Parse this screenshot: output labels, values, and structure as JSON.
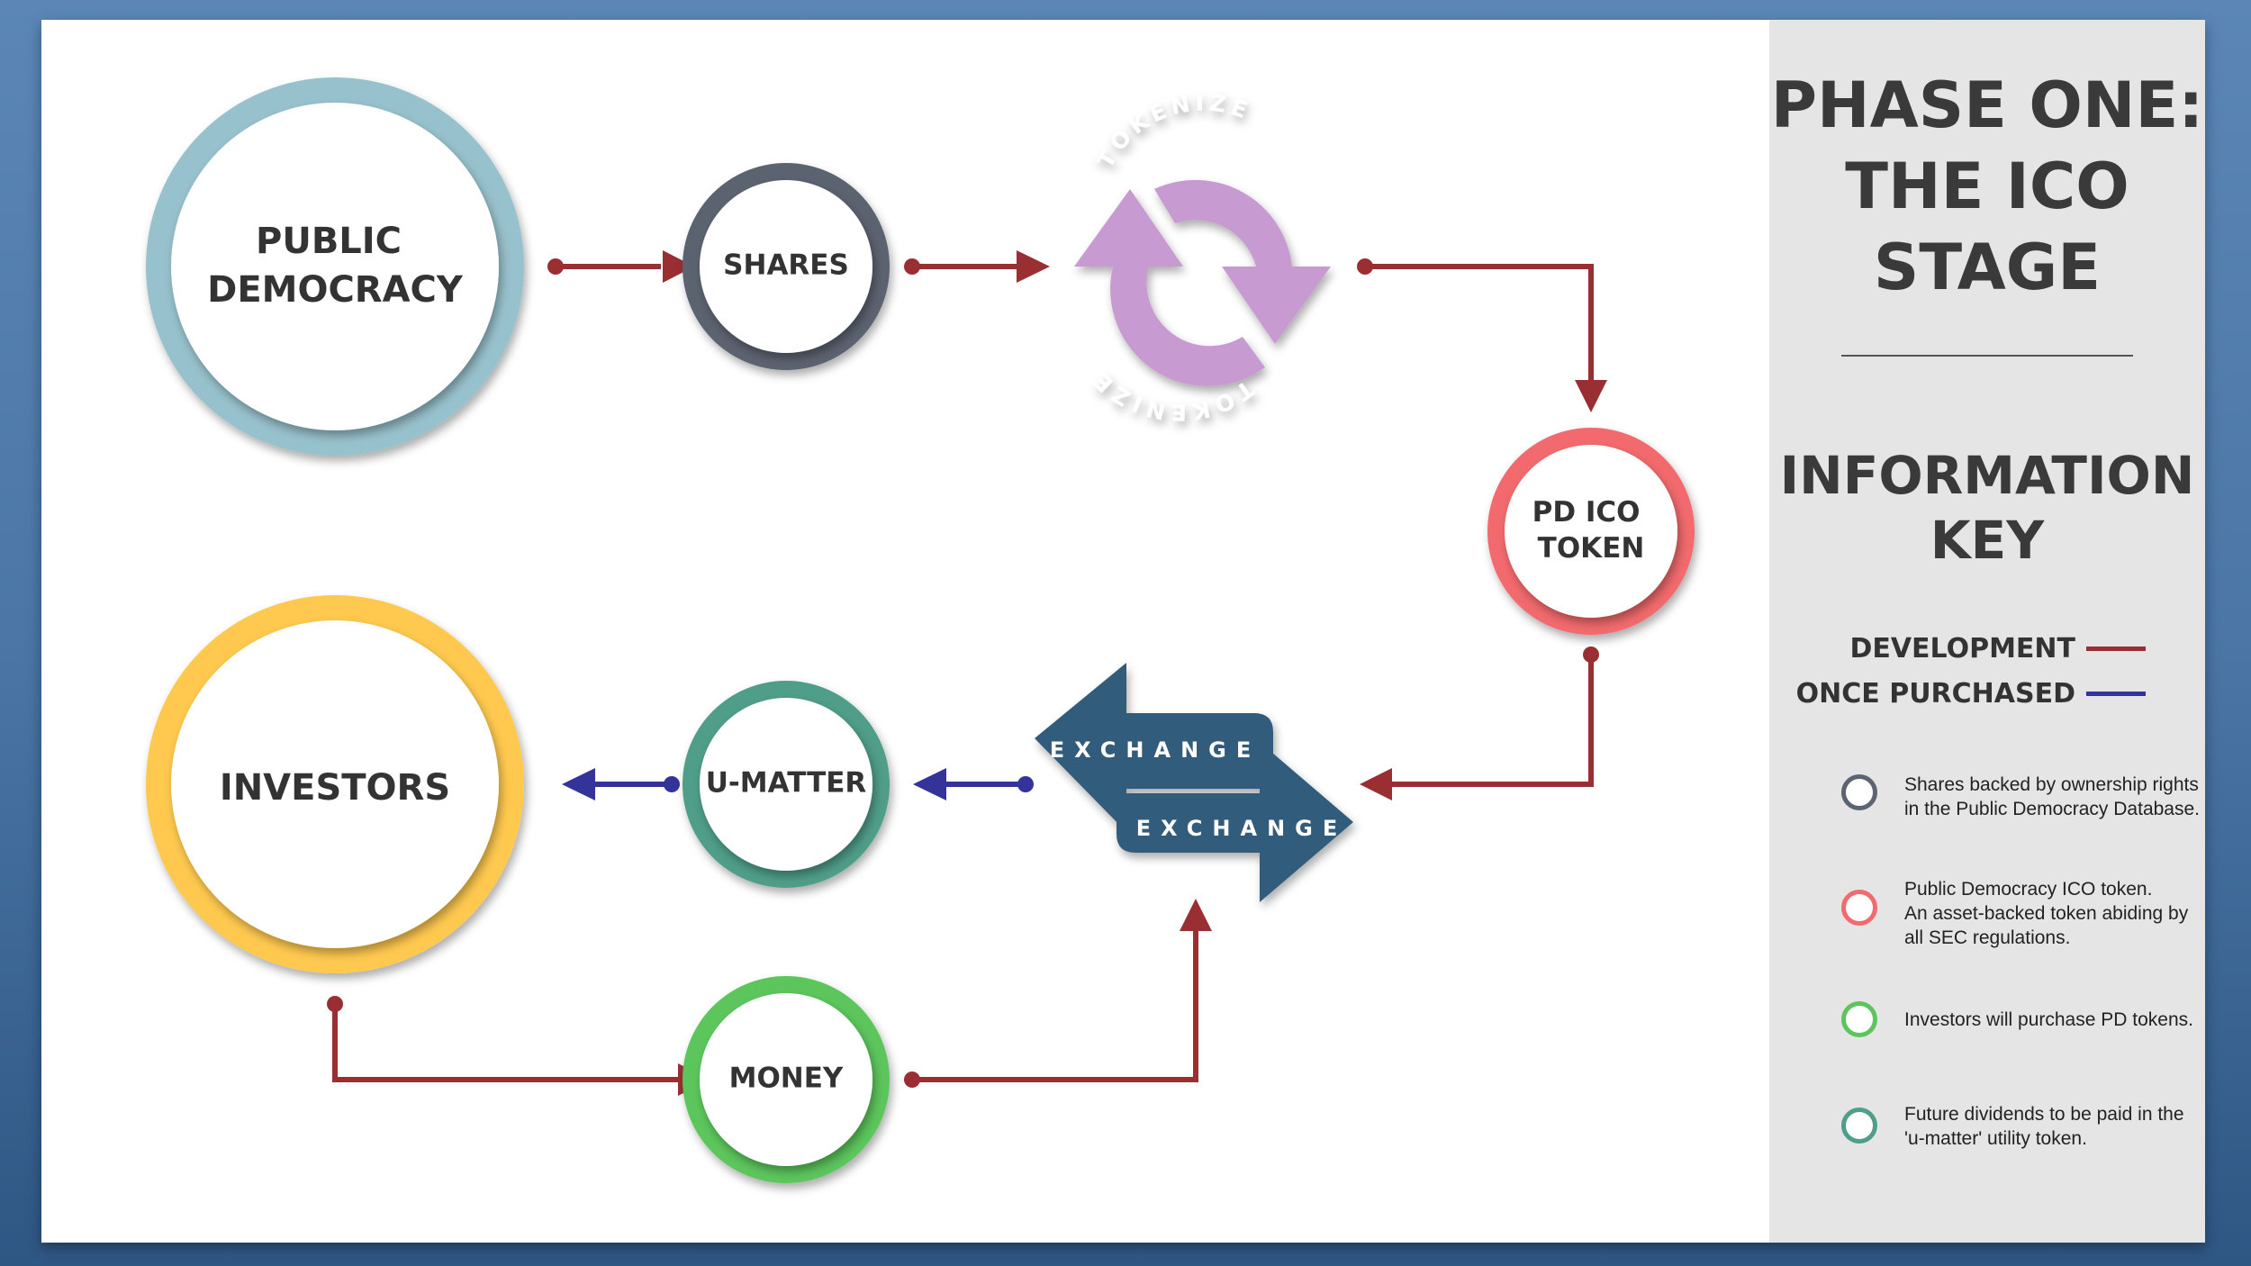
{
  "nodes": {
    "public_democracy": "PUBLIC\nDEMOCRACY",
    "shares": "SHARES",
    "pd_ico_token": "PD ICO\nTOKEN",
    "investors": "INVESTORS",
    "u_matter": "U-MATTER",
    "money": "MONEY"
  },
  "tokenize": {
    "label": "TOKENIZE"
  },
  "exchange": {
    "top_label": "EXCHANGE",
    "bottom_label": "EXCHANGE"
  },
  "key": {
    "phase_title": "PHASE ONE:\nTHE ICO\nSTAGE",
    "info_title": "INFORMATION\nKEY",
    "legend": [
      {
        "label": "DEVELOPMENT",
        "color": "#9a2f33"
      },
      {
        "label": "ONCE PURCHASED",
        "color": "#34339a"
      }
    ],
    "items": [
      {
        "color": "#5b6470",
        "text": "Shares backed by ownership rights\nin the Public Democracy Database."
      },
      {
        "color": "#f26a6d",
        "text": "Public Democracy ICO token.\nAn asset-backed token abiding by\nall SEC regulations."
      },
      {
        "color": "#5cc65c",
        "text": "Investors will purchase PD tokens."
      },
      {
        "color": "#4f9e89",
        "text": "Future dividends to be paid in the\n'u-matter' utility token."
      }
    ]
  },
  "colors": {
    "public_democracy_ring": "#97c1cc",
    "shares_ring": "#5b6470",
    "tokenize": "#c79bd1",
    "pd_ico_ring": "#f26a6d",
    "investors_ring": "#ffc94f",
    "u_matter_ring": "#4f9e89",
    "money_ring": "#5cc65c",
    "exchange": "#335b7b",
    "development_arrow": "#9a2f33",
    "purchased_arrow": "#34339a"
  }
}
